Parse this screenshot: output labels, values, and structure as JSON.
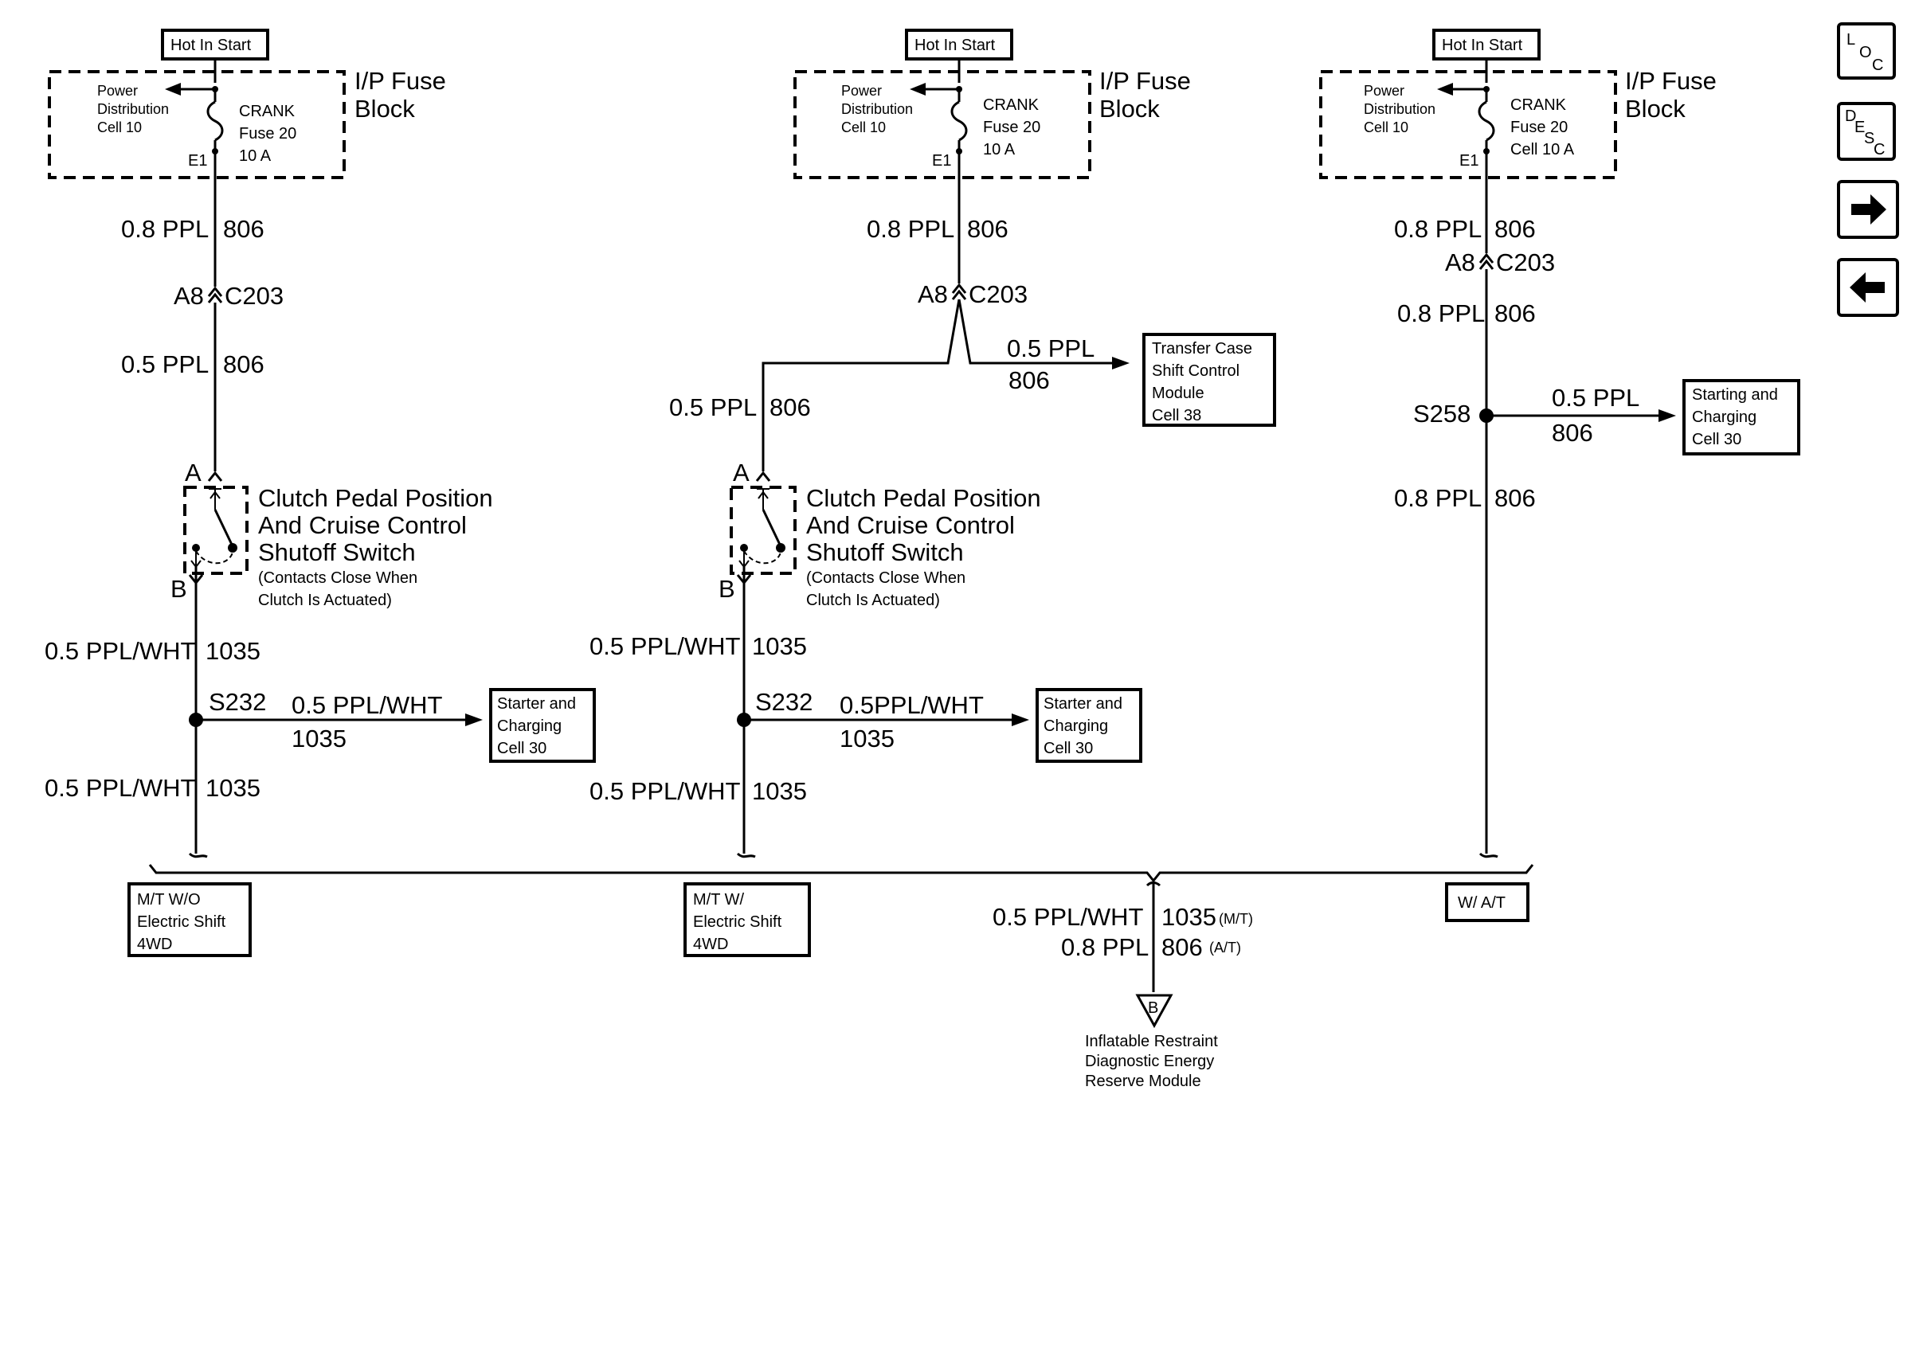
{
  "hot_in_start": "Hot In Start",
  "fuse_block": {
    "line1": "I/P Fuse",
    "line2": "Block"
  },
  "power_dist": {
    "line1": "Power",
    "line2": "Distribution",
    "line3": "Cell 10"
  },
  "crank": {
    "line1": "CRANK",
    "line2": "Fuse 20",
    "line3": "10 A",
    "line3_alt": "Cell 10 A"
  },
  "e1": "E1",
  "wires": {
    "ppl_08": "0.8 PPL",
    "ppl_05": "0.5 PPL",
    "circuit_806": "806",
    "ppl_wht_05": "0.5 PPL/WHT",
    "ppl_wht_05_nospace": "0.5PPL/WHT",
    "circuit_1035": "1035",
    "bottom_mt": "(M/T)",
    "bottom_at": "(A/T)"
  },
  "connector": {
    "pin": "A8",
    "name": "C203"
  },
  "switch": {
    "line1": "Clutch Pedal Position",
    "line2": "And Cruise Control",
    "line3": "Shutoff Switch",
    "line4": "(Contacts Close When",
    "line5": "Clutch Is Actuated)",
    "pin_a": "A",
    "pin_b": "B"
  },
  "splices": {
    "s232": "S232",
    "s258": "S258"
  },
  "starter": {
    "line1": "Starter and",
    "line2": "Charging",
    "line3": "Cell 30"
  },
  "starting": {
    "line1": "Starting and",
    "line2": "Charging",
    "line3": "Cell 30"
  },
  "transfer_case": {
    "line1": "Transfer Case",
    "line2": "Shift Control",
    "line3": "Module",
    "line4": "Cell 38"
  },
  "options": {
    "mt_wo": {
      "line1": "M/T W/O",
      "line2": "Electric Shift",
      "line3": "4WD"
    },
    "mt_w": {
      "line1": "M/T W/",
      "line2": "Electric Shift",
      "line3": "4WD"
    },
    "at": "W/ A/T"
  },
  "module": {
    "pin": "B",
    "line1": "Inflatable Restraint",
    "line2": "Diagnostic Energy",
    "line3": "Reserve Module"
  },
  "nav": {
    "loc": {
      "l": "L",
      "o": "O",
      "c": "C"
    },
    "desc": {
      "d": "D",
      "e": "E",
      "s": "S",
      "c": "C"
    },
    "icons": [
      "arrow-right-icon",
      "arrow-left-icon"
    ]
  }
}
